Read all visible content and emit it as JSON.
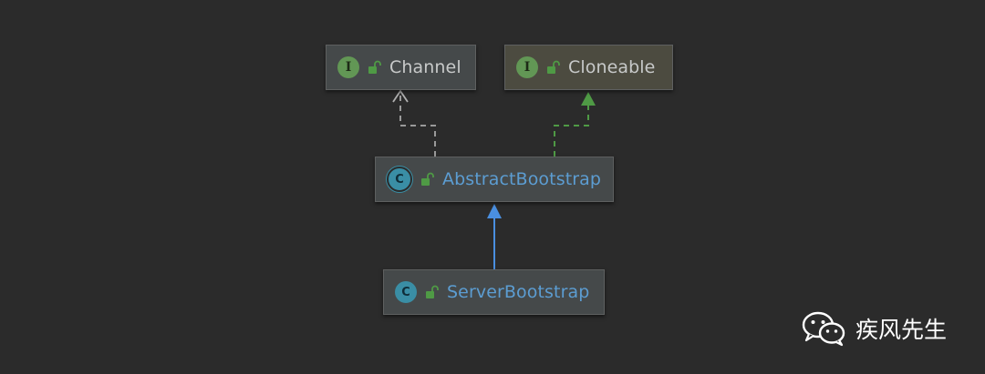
{
  "diagram": {
    "nodes": [
      {
        "id": "channel",
        "label": "Channel",
        "kind": "interface",
        "badge": "I"
      },
      {
        "id": "cloneable",
        "label": "Cloneable",
        "kind": "interface",
        "badge": "I"
      },
      {
        "id": "abstract_bootstrap",
        "label": "AbstractBootstrap",
        "kind": "abstract-class",
        "badge": "C"
      },
      {
        "id": "server_bootstrap",
        "label": "ServerBootstrap",
        "kind": "class",
        "badge": "C"
      }
    ],
    "edges": [
      {
        "from": "abstract_bootstrap",
        "to": "channel",
        "relation": "implements",
        "style": "dashed",
        "color": "#9a9a9a"
      },
      {
        "from": "abstract_bootstrap",
        "to": "cloneable",
        "relation": "implements",
        "style": "dashed",
        "color": "#4f9a45"
      },
      {
        "from": "server_bootstrap",
        "to": "abstract_bootstrap",
        "relation": "extends",
        "style": "solid",
        "color": "#4a8fe0"
      }
    ]
  },
  "colors": {
    "background": "#2b2b2b",
    "interface_badge": "#629755",
    "class_badge": "#3a8ea5",
    "class_label": "#5c9dd2",
    "interface_label": "#c7c9c9",
    "lock_icon": "#4f9a45"
  },
  "watermark": {
    "icon": "wechat-icon",
    "text": "疾风先生"
  }
}
